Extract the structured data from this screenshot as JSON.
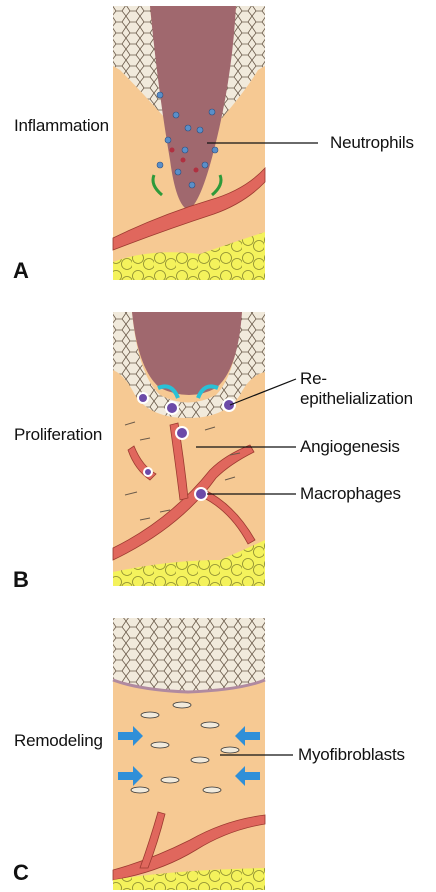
{
  "panels": [
    {
      "letter": "A",
      "stage": "Inflammation",
      "callouts": [
        "Neutrophils"
      ]
    },
    {
      "letter": "B",
      "stage": "Proliferation",
      "callouts": [
        "Re-epithelialization",
        "Angiogenesis",
        "Macrophages"
      ]
    },
    {
      "letter": "C",
      "stage": "Remodeling",
      "callouts": [
        "Myofibroblasts"
      ]
    }
  ],
  "colors": {
    "dermis": "#f6c993",
    "wound": "#a0686e",
    "epidermis": "#f1eadc",
    "vessel": "#e0675d",
    "fat": "#f4f25c",
    "neutrophil": "#5a8fc9",
    "macrophage": "#6c4aa8",
    "migration_arrow": "#29c1d6",
    "contraction_arrow": "#2f8fd8",
    "inflammation_arrow": "#2e9a3a"
  }
}
